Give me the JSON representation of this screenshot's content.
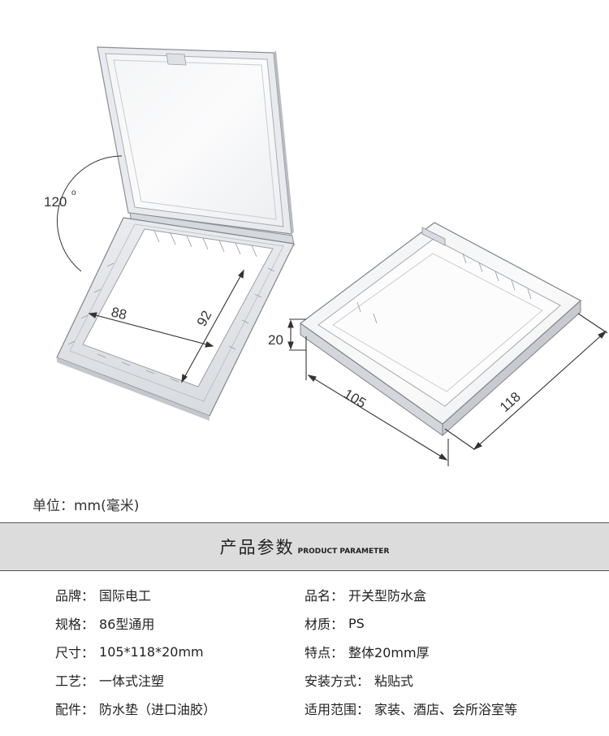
{
  "diagram": {
    "angle_label": "120",
    "degree_mark": "o",
    "dim_width": "88",
    "dim_height": "92",
    "dim_thickness": "20",
    "dim_length_105": "105",
    "dim_length_118": "118"
  },
  "unit_text": "单位：mm(毫米)",
  "header": {
    "title_zh": "产品参数",
    "title_en": "PRODUCT PARAMETER"
  },
  "params": {
    "left": [
      {
        "label": "品牌",
        "value": "国际电工"
      },
      {
        "label": "规格",
        "value": "86型通用"
      },
      {
        "label": "尺寸",
        "value": "105*118*20mm"
      },
      {
        "label": "工艺",
        "value": "一体式注塑"
      },
      {
        "label": "配件",
        "value": "防水垫（进口油胶）"
      }
    ],
    "right": [
      {
        "label": "品名",
        "value": "开关型防水盒"
      },
      {
        "label": "材质",
        "value": "PS"
      },
      {
        "label": "特点",
        "value": "整体20mm厚"
      },
      {
        "label": "安装方式",
        "value": "粘贴式"
      },
      {
        "label": "适用范围",
        "value": "家装、酒店、会所浴室等"
      }
    ]
  }
}
